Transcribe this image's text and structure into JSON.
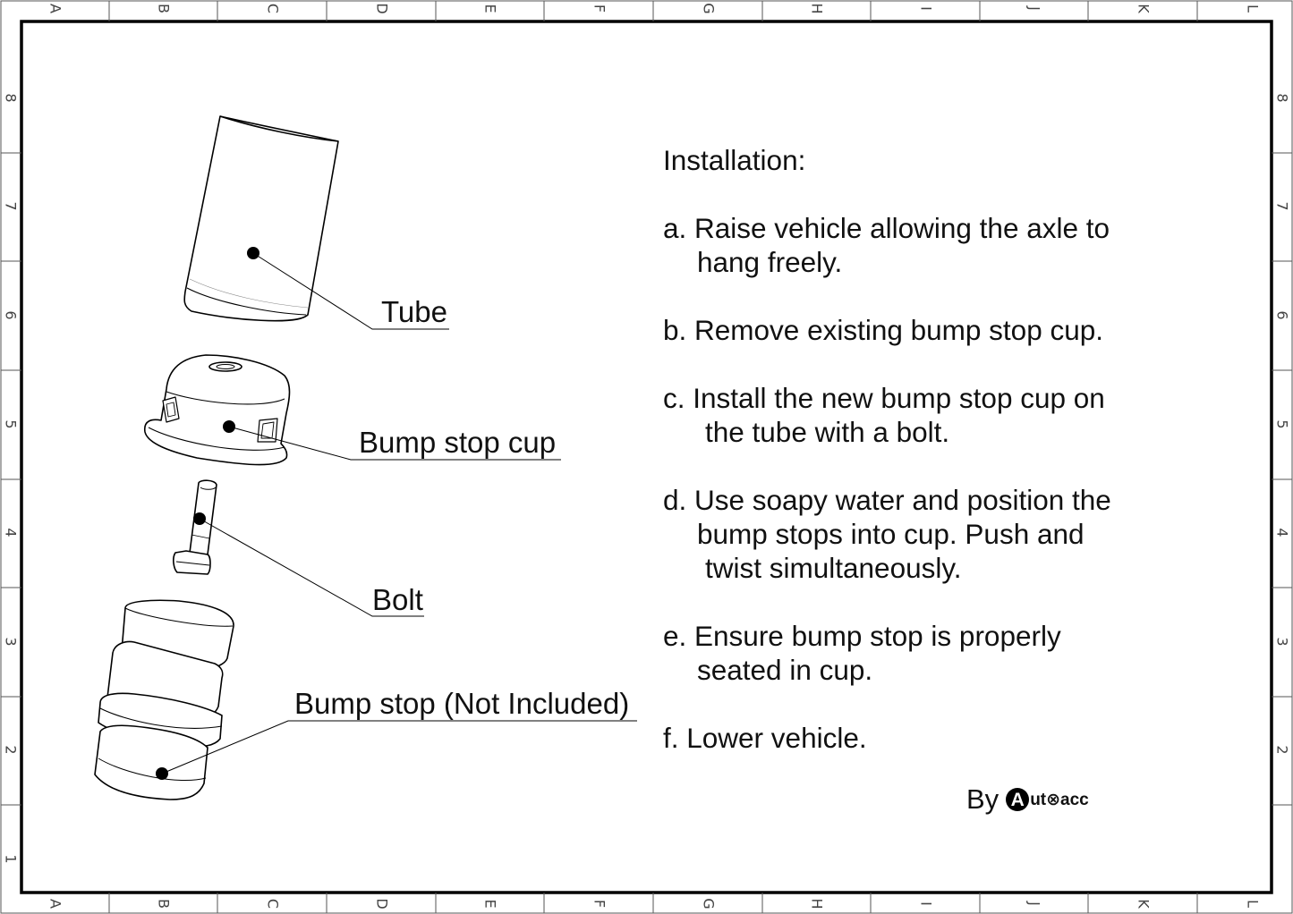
{
  "ruler": {
    "columns": [
      "A",
      "B",
      "C",
      "D",
      "E",
      "F",
      "G",
      "H",
      "I",
      "J",
      "K",
      "L"
    ],
    "rows": [
      "8",
      "7",
      "6",
      "5",
      "4",
      "3",
      "2",
      "1"
    ]
  },
  "parts": {
    "tube": "Tube",
    "cup": "Bump stop cup",
    "bolt": "Bolt",
    "bump_stop": "Bump stop (Not Included)"
  },
  "instructions": {
    "title": "Installation:",
    "steps": [
      {
        "line1": "a. Raise vehicle allowing the axle to",
        "line2": "hang freely."
      },
      {
        "line1": "b. Remove existing bump stop cup."
      },
      {
        "line1": "c. Install the new bump stop cup on",
        "line2": "the tube with a bolt."
      },
      {
        "line1": "d. Use soapy water and position the",
        "line2": "bump stops into cup. Push and",
        "line3": "twist simultaneously."
      },
      {
        "line1": "e. Ensure bump stop is properly",
        "line2": "seated in cup."
      },
      {
        "line1": "f. Lower vehicle."
      }
    ]
  },
  "credit": {
    "by": "By",
    "logo_letter": "A",
    "logo_text": "ut⊗acc"
  }
}
